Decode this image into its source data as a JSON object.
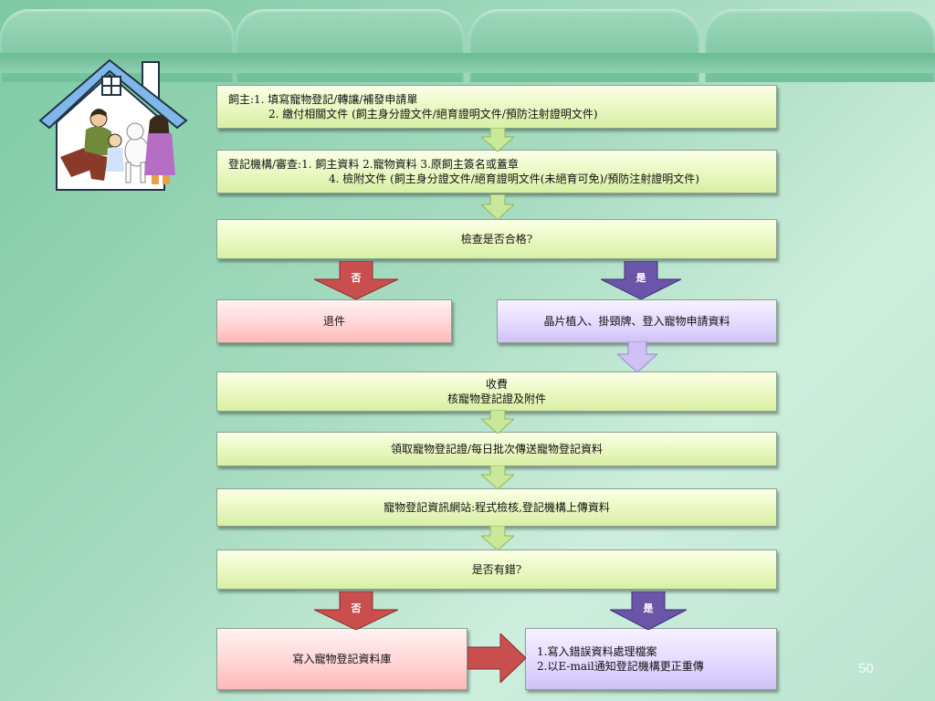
{
  "steps": {
    "s1_line1": "飼主:1. 填寫寵物登記/轉讓/補發申請單",
    "s1_line2": "2. 繳付相關文件 (飼主身分證文件/絕育證明文件/預防注射證明文件)",
    "s2_line1": "登記機構/審查:1. 飼主資料   2.寵物資料   3.原飼主簽名或蓋章",
    "s2_line2": "4. 檢附文件 (飼主身分證文件/絕育證明文件(未絕育可免)/預防注射證明文件)",
    "check1": "檢查是否合格?",
    "reject": "退件",
    "chip": "晶片植入、掛頸牌、登入寵物申請資料",
    "fee_line1": "收費",
    "fee_line2": "核寵物登記證及附件",
    "collect": "領取寵物登記證/每日批次傳送寵物登記資料",
    "website": "寵物登記資訊網站:程式檢核,登記機構上傳資料",
    "check2": "是否有錯?",
    "write_db": "寫入寵物登記資料庫",
    "err_line1": "1.寫入錯誤資料處理檔案",
    "err_line2": "2.以E-mail通知登記機構更正重傳"
  },
  "labels": {
    "no1": "否",
    "yes1": "是",
    "no2": "否",
    "yes2": "是"
  },
  "page_number": "50",
  "colors": {
    "green_box": "#eaf7c0",
    "red_box": "#ffd3d3",
    "purple_box": "#e2d8ff",
    "red_arrow": "#c94f4f",
    "purple_arrow": "#6a55a8"
  }
}
